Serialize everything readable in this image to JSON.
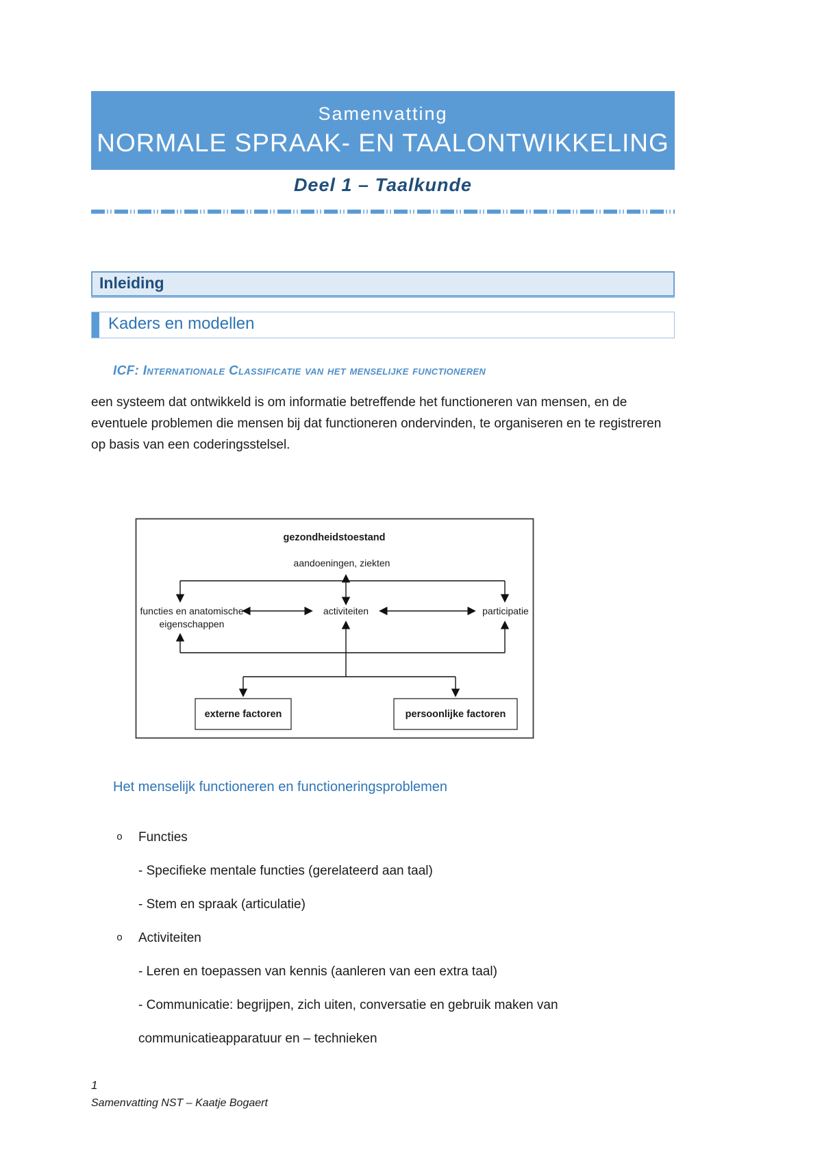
{
  "header": {
    "kicker": "Samenvatting",
    "title": "NORMALE SPRAAK- EN TAALONTWIKKELING"
  },
  "subtitle": "Deel 1 – Taalkunde",
  "section_heading": "Inleiding",
  "subsection_heading": "Kaders en modellen",
  "icf_heading": "ICF: Internationale Classificatie van het menselijke functioneren",
  "intro_paragraph": "een systeem dat ontwikkeld is om informatie betreffende het functioneren van mensen, en de eventuele problemen die mensen bij dat functioneren ondervinden, te organiseren en te registreren op basis van een coderingsstelsel.",
  "diagram": {
    "top_label": "gezondheidstoestand",
    "top_sublabel": "aandoeningen, ziekten",
    "left_label_line1": "functies en anatomische",
    "left_label_line2": "eigenschappen",
    "center_label": "activiteiten",
    "right_label": "participatie",
    "bottom_left_box": "externe factoren",
    "bottom_right_box": "persoonlijke factoren"
  },
  "list_heading": "Het menselijk functioneren en functioneringsproblemen",
  "list": {
    "bullet": "o",
    "items": [
      {
        "label": "Functies",
        "subitems": [
          "- Specifieke mentale functies (gerelateerd aan taal)",
          "- Stem en spraak (articulatie)"
        ]
      },
      {
        "label": "Activiteiten",
        "subitems": [
          "- Leren en toepassen van kennis (aanleren van een extra taal)",
          "- Communicatie: begrijpen, zich uiten, conversatie en gebruik maken van communicatieapparatuur en – technieken"
        ]
      }
    ]
  },
  "footer": {
    "page_number": "1",
    "doc_title": "Samenvatting NST – Kaatje Bogaert"
  },
  "colors": {
    "banner_blue": "#5B9BD5",
    "dark_blue": "#1F4E79",
    "medium_blue": "#2E74B5",
    "heading_light_blue": "#DEEAF6",
    "icf_blue": "#4E8FC9"
  }
}
